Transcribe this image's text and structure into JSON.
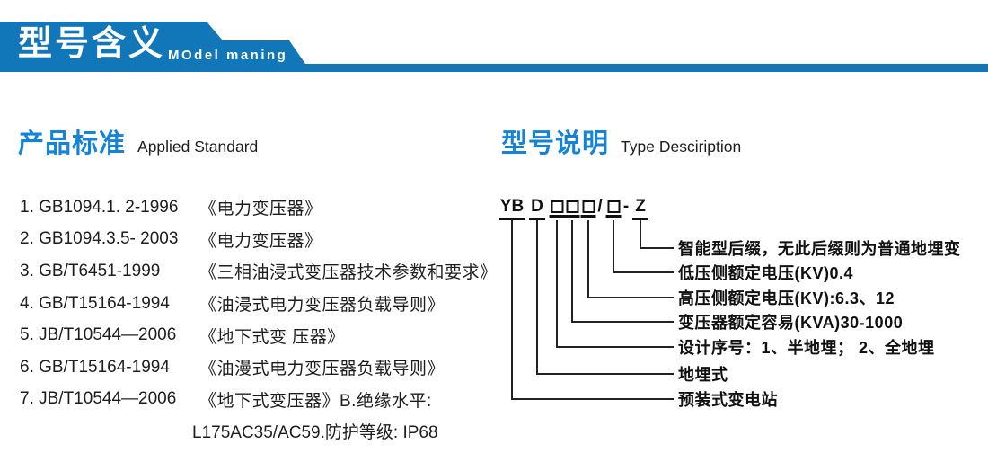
{
  "colors": {
    "banner_blue": "#1177b9",
    "heading_blue": "#1583d8",
    "body_text": "#1d1d1d",
    "diagram_line": "#222222"
  },
  "banner": {
    "title": "型号含义",
    "subtitle": "MOdel maning"
  },
  "left": {
    "heading_cn": "产品标准",
    "heading_en": "Applied Standard",
    "items": [
      {
        "code": "1. GB1094.1. 2-1996",
        "desc": "《电力变压器》"
      },
      {
        "code": "2. GB1094.3.5- 2003",
        "desc": "《电力变压器》"
      },
      {
        "code": "3. GB/T6451-1999",
        "desc": "《三相油浸式变压器技术参数和要求》"
      },
      {
        "code": "4. GB/T15164-1994",
        "desc": "《油浸式电力变压器负载导则》"
      },
      {
        "code": "5. JB/T10544—2006",
        "desc": "《地下式变 压器》"
      },
      {
        "code": "6. GB/T15164-1994",
        "desc": "《油漫式电力变压器负载导则》"
      },
      {
        "code": "7. JB/T10544—2006",
        "desc": "《地下式变压器》B.绝缘水平:"
      }
    ],
    "continuation": "L175AC35/AC59.防护等级: IP68"
  },
  "right": {
    "heading_cn": "型号说明",
    "heading_en": "Type Desciription",
    "model_code": {
      "prefix": "YB",
      "type_code": "D",
      "slash": "/",
      "dash": "-",
      "suffix": "Z"
    },
    "labels": [
      "智能型后缀，无此后缀则为普通地埋变",
      "低压侧额定电压(KV)0.4",
      "高压侧额定电压(KV):6.3、12",
      "变压器额定容易(KVA)30-1000",
      "设计序号：1、半地埋； 2、全地埋",
      "地埋式",
      "预装式变电站"
    ]
  }
}
